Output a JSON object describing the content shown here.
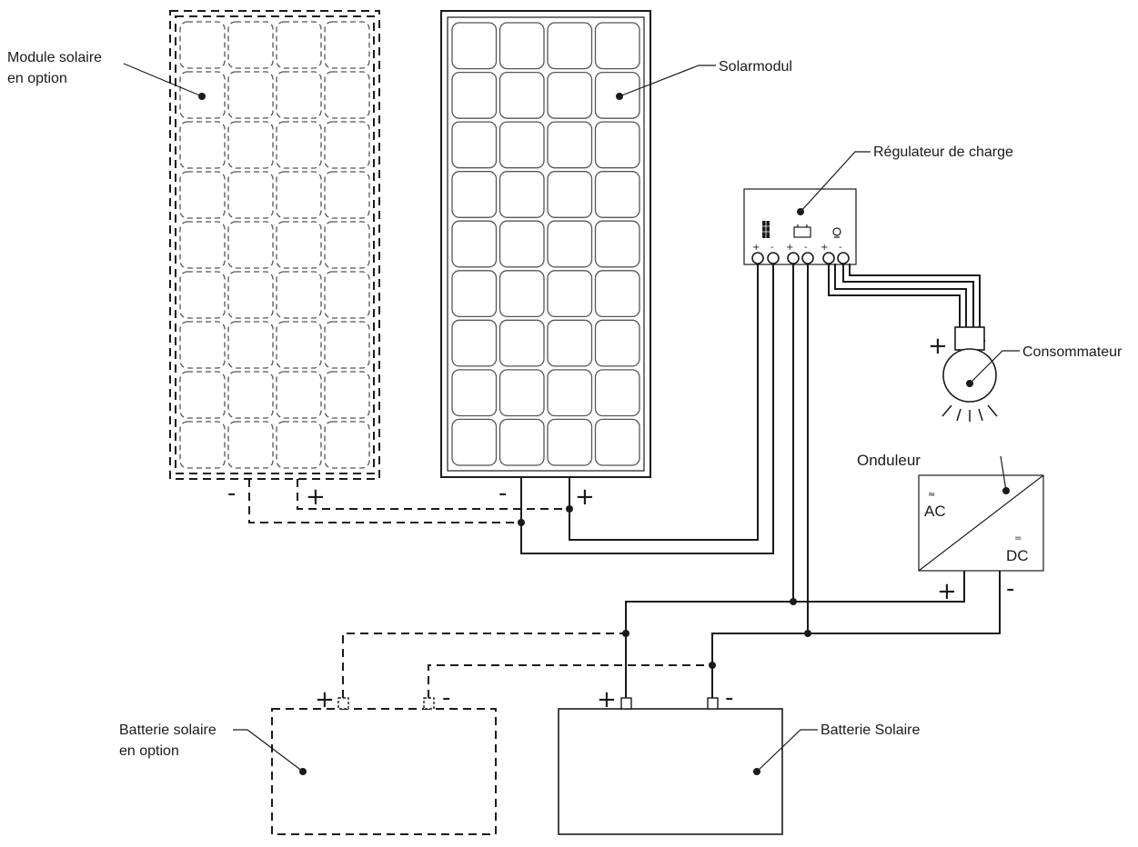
{
  "labels": {
    "module_option_line1": "Module solaire",
    "module_option_line2": "en option",
    "solar_module": "Solarmodul",
    "charge_regulator": "Régulateur de charge",
    "consumer": "Consommateur",
    "inverter": "Onduleur",
    "ac": "AC",
    "dc": "DC",
    "ac_symbol": "≈",
    "dc_symbol": "=",
    "battery_option_line1": "Batterie solaire",
    "battery_option_line2": "en option",
    "battery_solar": "Batterie Solaire"
  },
  "signs": {
    "plus": "+",
    "minus": "-"
  },
  "panel_grid": {
    "columns": 4,
    "rows": 9
  },
  "colors": {
    "line": "#1a1a1a",
    "background": "#ffffff"
  }
}
